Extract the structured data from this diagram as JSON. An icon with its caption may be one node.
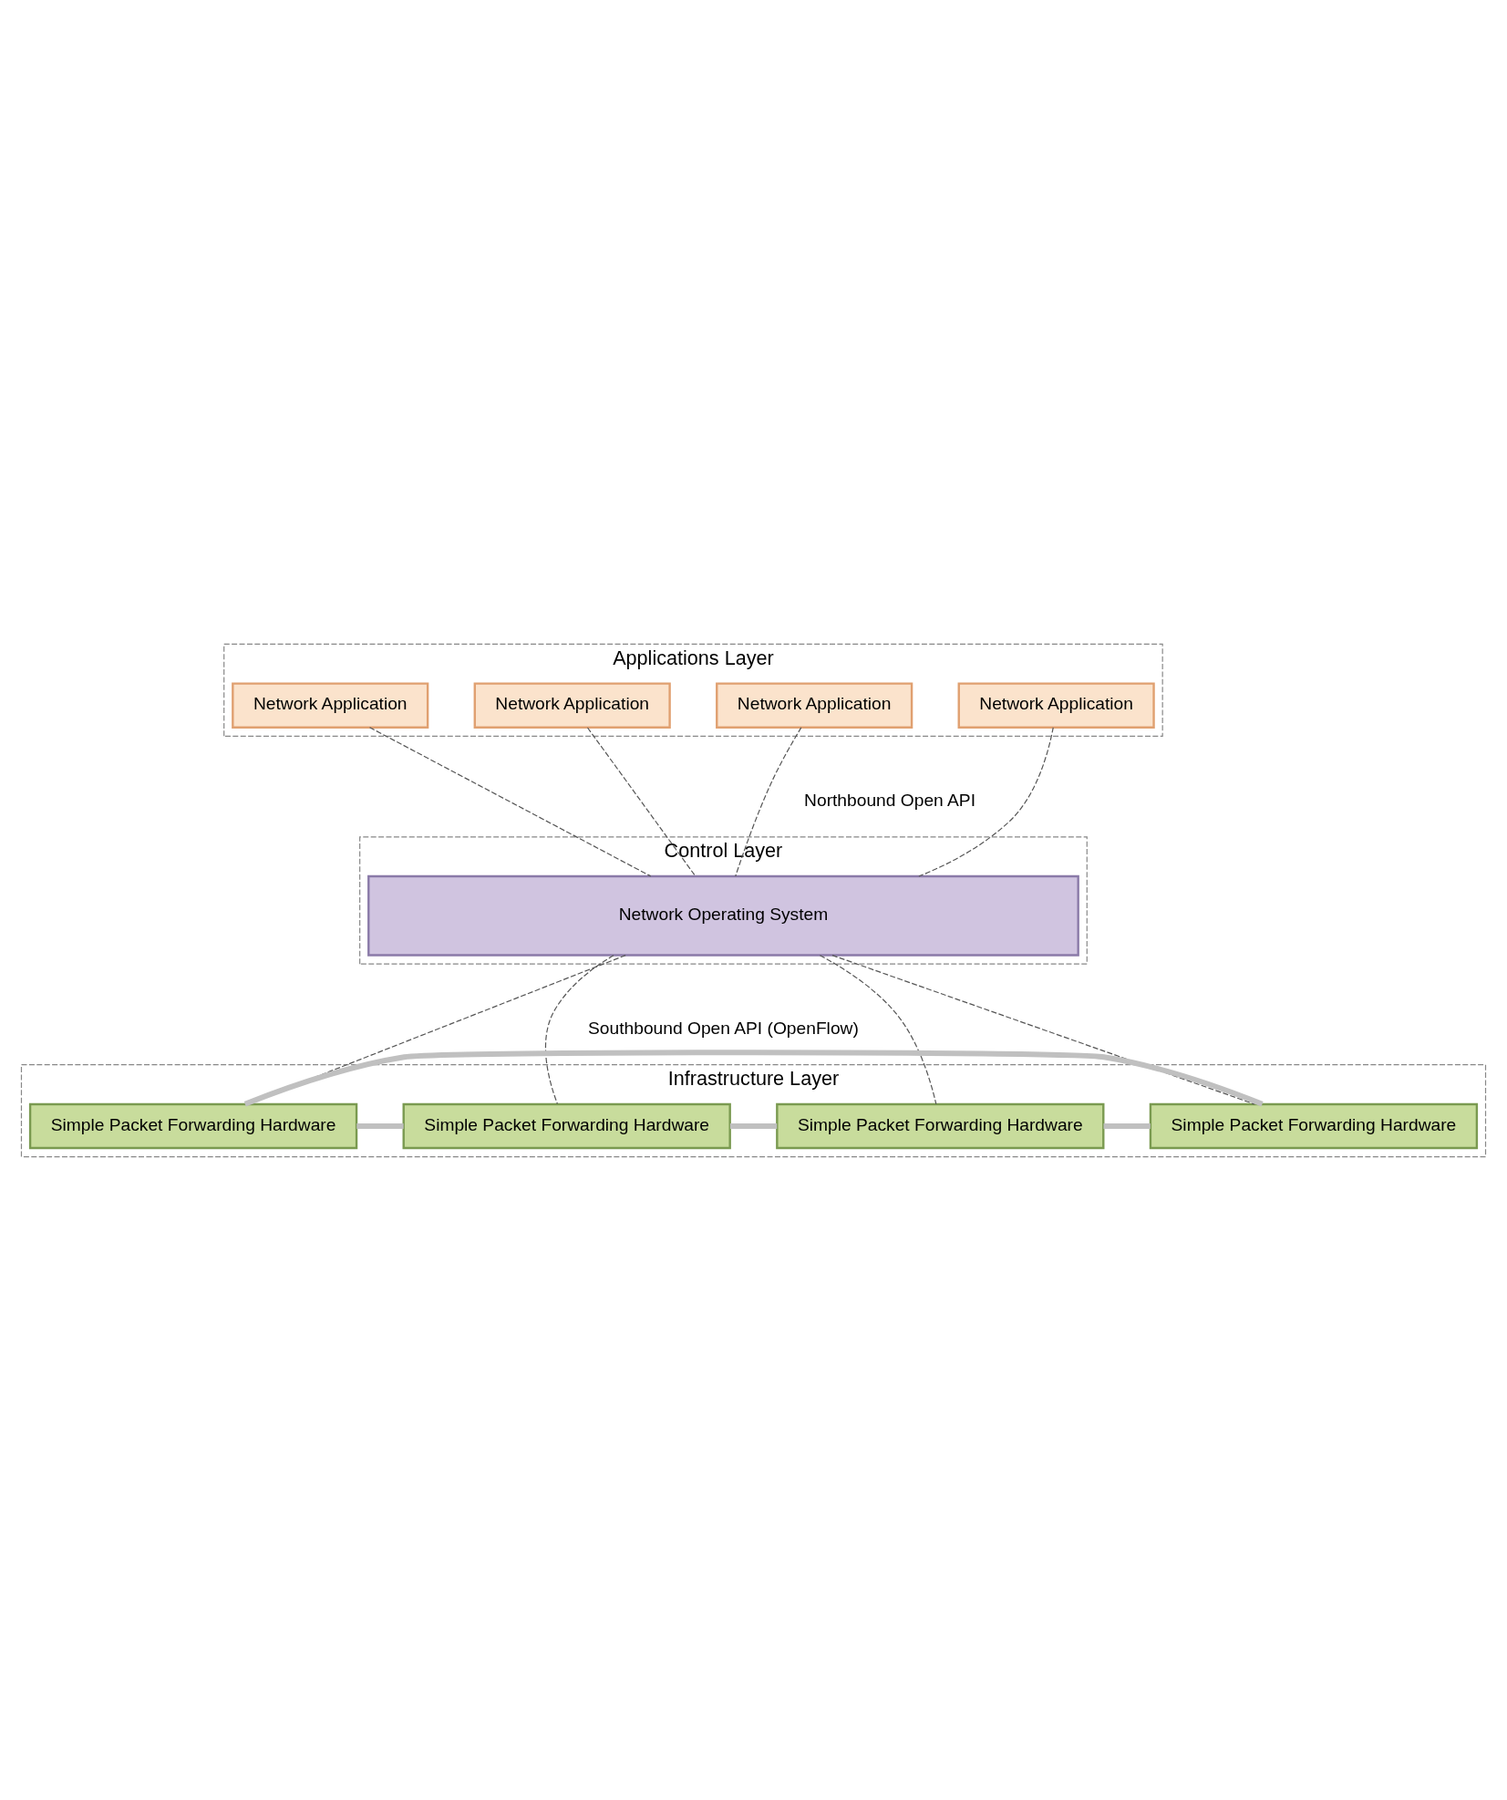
{
  "diagram": {
    "nodes": [
      {
        "text": [
          "Applications Layer"
        ]
      },
      {
        "text": [
          "Network Application"
        ],
        "in": 0
      },
      {
        "text": [
          "Network Application"
        ],
        "in": 0
      },
      {
        "text": [
          "Network Application"
        ],
        "in": 0
      },
      {
        "text": [
          "Network Application"
        ],
        "in": 0
      },
      {
        "text": [
          "Control Layer"
        ]
      },
      {
        "text": [
          "Network Operating System"
        ],
        "in": 5
      },
      {
        "text": [
          "Infrastructure Layer"
        ]
      },
      {
        "text": [
          "Simple Packet Forwarding Hardware"
        ],
        "in": 7
      },
      {
        "text": [
          "Simple Packet Forwarding Hardware"
        ],
        "in": 7
      },
      {
        "text": [
          "Simple Packet Forwarding Hardware"
        ],
        "in": 7
      },
      {
        "text": [
          "Simple Packet Forwarding Hardware"
        ],
        "in": 7
      }
    ],
    "edges": [
      {
        "from": 1,
        "to": 6,
        "arrow": "none",
        "style": "dashed"
      },
      {
        "from": 2,
        "to": 6,
        "arrow": "none",
        "style": "dashed"
      },
      {
        "from": 3,
        "to": 6,
        "arrow": "none",
        "style": "dashed"
      },
      {
        "from": 4,
        "to": 6,
        "arrow": "none",
        "style": "dashed"
      },
      {
        "from": 6,
        "to": 9,
        "arrow": "none",
        "style": "dashed"
      },
      {
        "from": 6,
        "to": 11,
        "arrow": "none",
        "style": "dashed"
      },
      {
        "from": 6,
        "to": 8,
        "arrow": "none",
        "style": "dashed"
      },
      {
        "from": 6,
        "to": 10,
        "arrow": "none",
        "style": "dashed"
      },
      {
        "from": 9,
        "to": 8,
        "arrow": "none",
        "style": "thick",
        "color": "#c0c0c0"
      },
      {
        "from": 8,
        "to": 10,
        "arrow": "none",
        "style": "thick",
        "color": "#c0c0c0"
      },
      {
        "from": 9,
        "to": 11,
        "arrow": "none",
        "style": "thick",
        "color": "#c0c0c0"
      },
      {
        "from": 11,
        "to": 10,
        "arrow": "none",
        "style": "thick",
        "color": "#c0c0c0"
      }
    ],
    "labels": [
      "Northbound Open API",
      "Southbound Open API (OpenFlow)"
    ]
  }
}
